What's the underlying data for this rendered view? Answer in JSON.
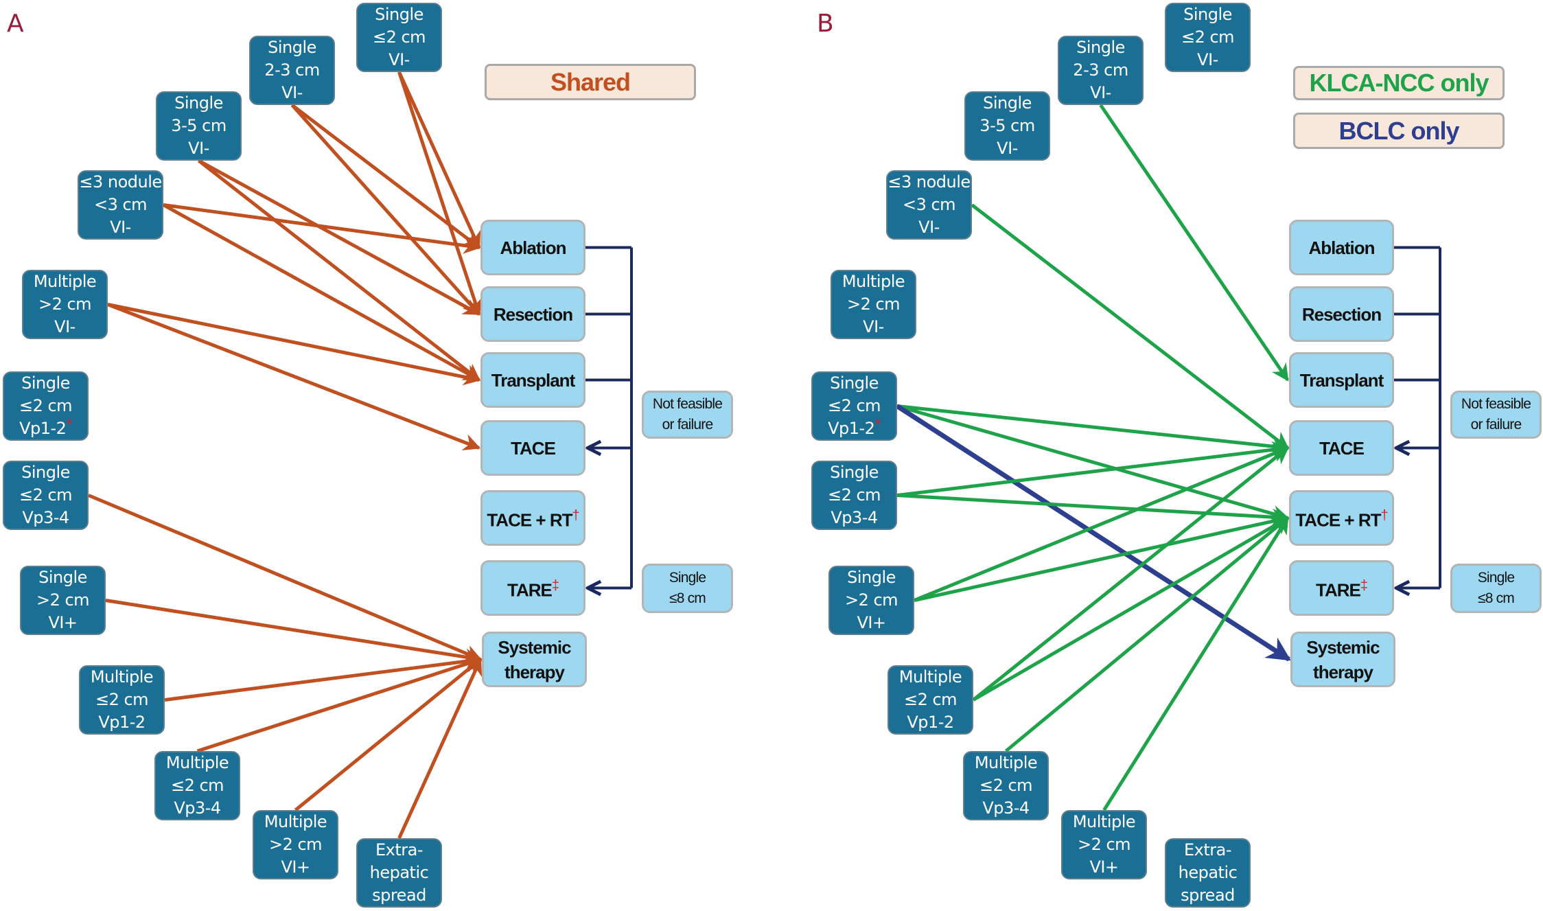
{
  "panels": [
    {
      "label": "A",
      "legend": [
        {
          "text": "Shared",
          "color": "#c0501f"
        }
      ]
    },
    {
      "label": "B",
      "legend": [
        {
          "text": "KLCA-NCC only",
          "color": "#1fa34a"
        },
        {
          "text": "BCLC only",
          "color": "#2e3f8f"
        }
      ]
    }
  ],
  "stages": [
    {
      "id": "s1",
      "lines": [
        "Single",
        "≤2 cm",
        "VI-"
      ]
    },
    {
      "id": "s2",
      "lines": [
        "Single",
        "2-3 cm",
        "VI-"
      ]
    },
    {
      "id": "s3",
      "lines": [
        "Single",
        "3-5 cm",
        "VI-"
      ]
    },
    {
      "id": "s4",
      "lines": [
        "≤3 nodule",
        "<3 cm",
        "VI-"
      ]
    },
    {
      "id": "s5",
      "lines": [
        "Multiple",
        ">2 cm",
        "VI-"
      ]
    },
    {
      "id": "s6",
      "lines": [
        "Single",
        "≤2 cm",
        "Vp1-2"
      ],
      "mark": "*"
    },
    {
      "id": "s7",
      "lines": [
        "Single",
        "≤2 cm",
        "Vp3-4"
      ]
    },
    {
      "id": "s8",
      "lines": [
        "Single",
        ">2 cm",
        "VI+"
      ]
    },
    {
      "id": "s9",
      "lines": [
        "Multiple",
        "≤2 cm",
        "Vp1-2"
      ]
    },
    {
      "id": "s10",
      "lines": [
        "Multiple",
        "≤2 cm",
        "Vp3-4"
      ]
    },
    {
      "id": "s11",
      "lines": [
        "Multiple",
        ">2 cm",
        "VI+"
      ]
    },
    {
      "id": "s12",
      "lines": [
        "Extra-",
        "hepatic",
        "spread"
      ]
    }
  ],
  "treatments": [
    {
      "id": "t1",
      "lines": [
        "Ablation"
      ]
    },
    {
      "id": "t2",
      "lines": [
        "Resection"
      ]
    },
    {
      "id": "t3",
      "lines": [
        "Transplant"
      ]
    },
    {
      "id": "t4",
      "lines": [
        "TACE"
      ]
    },
    {
      "id": "t5",
      "lines": [
        "TACE + RT"
      ],
      "mark": "†"
    },
    {
      "id": "t6",
      "lines": [
        "TARE"
      ],
      "mark": "‡"
    },
    {
      "id": "t7",
      "lines": [
        "Systemic",
        "therapy"
      ]
    }
  ],
  "notes": [
    {
      "id": "n1",
      "lines": [
        "Not feasible",
        "or failure"
      ]
    },
    {
      "id": "n2",
      "lines": [
        "Single",
        "≤8 cm"
      ]
    }
  ],
  "edges": {
    "A": [
      {
        "from": "s1",
        "to": "t1",
        "type": "shared"
      },
      {
        "from": "s1",
        "to": "t2",
        "type": "shared"
      },
      {
        "from": "s2",
        "to": "t1",
        "type": "shared"
      },
      {
        "from": "s2",
        "to": "t2",
        "type": "shared"
      },
      {
        "from": "s3",
        "to": "t2",
        "type": "shared"
      },
      {
        "from": "s3",
        "to": "t3",
        "type": "shared"
      },
      {
        "from": "s4",
        "to": "t1",
        "type": "shared"
      },
      {
        "from": "s4",
        "to": "t3",
        "type": "shared"
      },
      {
        "from": "s5",
        "to": "t3",
        "type": "shared"
      },
      {
        "from": "s5",
        "to": "t4",
        "type": "shared"
      },
      {
        "from": "s7",
        "to": "t7",
        "type": "shared"
      },
      {
        "from": "s8",
        "to": "t7",
        "type": "shared"
      },
      {
        "from": "s9",
        "to": "t7",
        "type": "shared"
      },
      {
        "from": "s10",
        "to": "t7",
        "type": "shared"
      },
      {
        "from": "s11",
        "to": "t7",
        "type": "shared"
      },
      {
        "from": "s12",
        "to": "t7",
        "type": "shared"
      }
    ],
    "B": [
      {
        "from": "s2",
        "to": "t3",
        "type": "klca"
      },
      {
        "from": "s4",
        "to": "t4",
        "type": "klca"
      },
      {
        "from": "s6",
        "to": "t4",
        "type": "klca"
      },
      {
        "from": "s6",
        "to": "t5",
        "type": "klca"
      },
      {
        "from": "s6",
        "to": "t7",
        "type": "bclc"
      },
      {
        "from": "s7",
        "to": "t4",
        "type": "klca"
      },
      {
        "from": "s7",
        "to": "t5",
        "type": "klca"
      },
      {
        "from": "s8",
        "to": "t4",
        "type": "klca"
      },
      {
        "from": "s8",
        "to": "t5",
        "type": "klca"
      },
      {
        "from": "s9",
        "to": "t4",
        "type": "klca"
      },
      {
        "from": "s9",
        "to": "t5",
        "type": "klca"
      },
      {
        "from": "s10",
        "to": "t5",
        "type": "klca"
      },
      {
        "from": "s11",
        "to": "t5",
        "type": "klca"
      }
    ],
    "fallback": [
      {
        "from": [
          "t1",
          "t2",
          "t3"
        ],
        "to": "t4",
        "condition": "n1"
      },
      {
        "from": [
          "t1",
          "t2",
          "t3"
        ],
        "to": "t6",
        "condition": "n2"
      }
    ]
  },
  "colors": {
    "shared": "#c0501f",
    "klca": "#1fa34a",
    "bclc": "#2e3f8f",
    "bracket": "#1a2a5e",
    "stage_fill": "#1b6f94",
    "treatment_fill": "#9dd8f0",
    "panel_label": "#9b1c3a"
  }
}
